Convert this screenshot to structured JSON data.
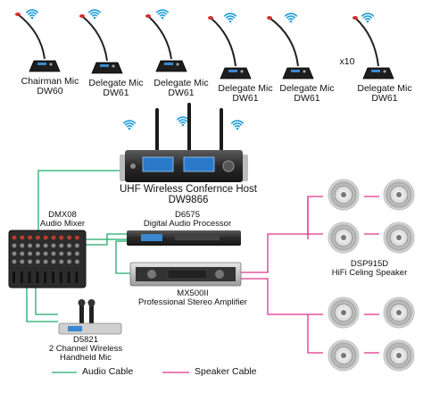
{
  "mics": [
    {
      "name": "Chairman Mic",
      "model": "DW60"
    },
    {
      "name": "Delegate Mic",
      "model": "DW61"
    },
    {
      "name": "Delegate Mic",
      "model": "DW61"
    },
    {
      "name": "Delegate Mic",
      "model": "DW61"
    },
    {
      "name": "Delegate Mic",
      "model": "DW61"
    },
    {
      "name": "Delegate Mic",
      "model": "DW61"
    }
  ],
  "multiplier": "x10",
  "host": {
    "name": "UHF Wireless Confernce Host",
    "model": "DW9866"
  },
  "mixer": {
    "model": "DMX08",
    "name": "Audio Mixer"
  },
  "processor": {
    "model": "D6575",
    "name": "Digital Audio Processor"
  },
  "amplifier": {
    "model": "MX500II",
    "name": "Professional  Stereo Amplifier"
  },
  "handheld": {
    "model": "D5821",
    "name_line1": "2 Channel  Wireless",
    "name_line2": "Handheld Mic"
  },
  "speakers": {
    "model": "DSP915D",
    "name": "HiFi Celing Speaker"
  },
  "legend": {
    "audio": "Audio Cable",
    "speaker": "Speaker Cable"
  },
  "colors": {
    "audio_cable": "#1faa6a",
    "speaker_cable": "#e0338c",
    "wifi": "#1a9bd8"
  }
}
